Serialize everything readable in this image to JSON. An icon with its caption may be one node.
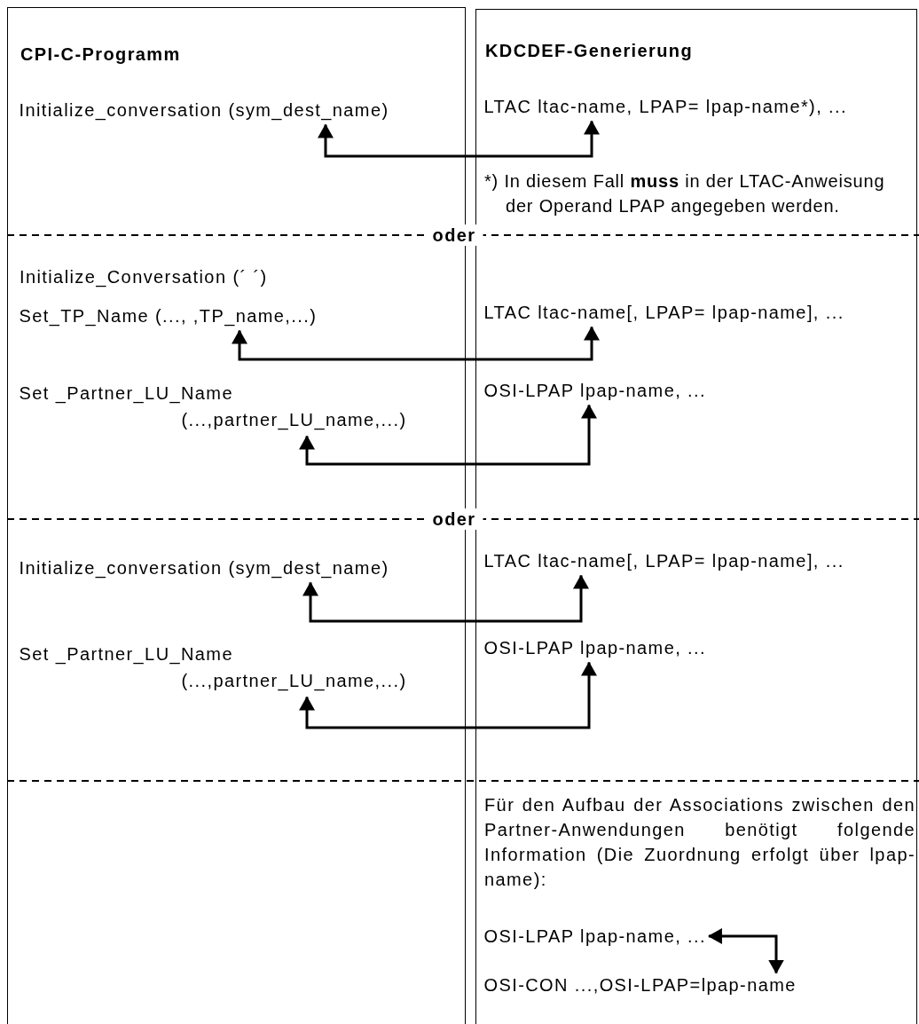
{
  "diagram": {
    "nodes": [
      {
        "text": [
          "CPI-C-Programm"
        ]
      },
      {
        "text": [
          "Initialize_conversation (sym_dest_name)"
        ],
        "in": 0
      },
      {
        "text": [
          "Set_TP_Name (..., ,TP_name,...)"
        ],
        "in": 0
      },
      {
        "text": [
          "Set _Partner_LU_Name (...,partner_LU_name,...)"
        ],
        "in": 0
      },
      {
        "text": [
          "Initialize_conversation (sym_dest_name)"
        ],
        "in": 0
      },
      {
        "text": [
          "Set _Partner_LU_Name (...,partner_LU_name,...)"
        ],
        "in": 0
      },
      {
        "text": [
          "KDCDEF-Generierung"
        ]
      },
      {
        "text": [
          "LTAC ltac-name, LPAP= lpap-name*), ..."
        ],
        "in": 6
      },
      {
        "text": [
          "LTAC ltac-name[, LPAP= lpap-name], ..."
        ],
        "in": 6
      },
      {
        "text": [
          "OSI-LPAP lpap-name, ..."
        ],
        "in": 6
      },
      {
        "text": [
          "LTAC ltac-name[, LPAP= lpap-name], ..."
        ],
        "in": 6
      },
      {
        "text": [
          "OSI-LPAP lpap-name, ..."
        ],
        "in": 6
      },
      {
        "text": [
          "OSI-LPAP lpap-name, ..."
        ],
        "in": 6
      },
      {
        "text": [
          "OSI-CON ...,OSI-LPAP=lpap-name"
        ],
        "in": 6
      }
    ],
    "edges": [
      {
        "from": 1,
        "to": 7,
        "arrow": "both"
      },
      {
        "from": 2,
        "to": 8,
        "arrow": "both"
      },
      {
        "from": 3,
        "to": 9,
        "arrow": "both"
      },
      {
        "from": 4,
        "to": 10,
        "arrow": "both"
      },
      {
        "from": 5,
        "to": 11,
        "arrow": "both"
      },
      {
        "from": 12,
        "to": 13,
        "arrow": "both"
      }
    ],
    "labels": [
      "*) In diesem Fall **muss** in der LTAC-Anweisung der Operand LPAP angegeben werden.",
      "oder",
      "Initialize_Conversation (´ ´)",
      "oder",
      "Für den Aufbau der Associations zwischen den Partner-Anwendungen benötigt folgende Information (Die Zuordnung erfolgt über lpap-name):"
    ]
  }
}
